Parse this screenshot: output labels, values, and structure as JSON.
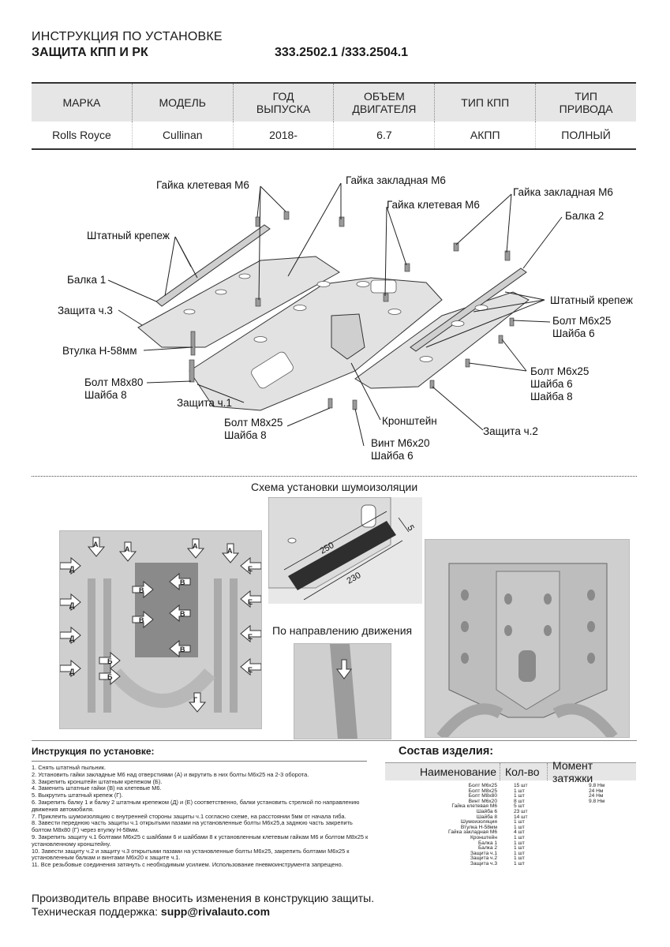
{
  "header": {
    "title": "ИНСТРУКЦИЯ ПО УСТАНОВКЕ",
    "subtitle": "ЗАЩИТА КПП И РК",
    "codes": "333.2502.1 /333.2504.1"
  },
  "spec": {
    "headers": [
      "МАРКА",
      "МОДЕЛЬ",
      "ГОД\nВЫПУСКА",
      "ОБЪЕМ\nДВИГАТЕЛЯ",
      "ТИП КПП",
      "ТИП\nПРИВОДА"
    ],
    "values": [
      "Rolls Royce",
      "Cullinan",
      "2018-",
      "6.7",
      "АКПП",
      "ПОЛНЫЙ"
    ]
  },
  "diagram": {
    "callouts": {
      "cage_nut_top": "Гайка клетевая М6",
      "embedded_nut_top": "Гайка закладная М6",
      "cage_nut_mid": "Гайка клетевая М6",
      "embedded_nut_right": "Гайка закладная М6",
      "beam2": "Балка 2",
      "std_fastener_left": "Штатный крепеж",
      "beam1": "Балка 1",
      "part3": "Защита ч.3",
      "std_fastener_right": "Штатный крепеж",
      "bolt_m6x25_a": "Болт М6х25",
      "washer6_a": "Шайба 6",
      "bushing": "Втулка Н-58мм",
      "bolt_m6x25_b": "Болт М6х25",
      "washer6_b": "Шайба 6",
      "washer8_b": "Шайба 8",
      "bolt_m8x80": "Болт М8х80",
      "washer8_a": "Шайба 8",
      "part1": "Защита ч.1",
      "bracket": "Кронштейн",
      "bolt_m8x25": "Болт М8х25",
      "washer8_c": "Шайба 8",
      "part2": "Защита ч.2",
      "screw_m6x20": "Винт М6х20",
      "washer6_c": "Шайба 6"
    }
  },
  "schema": {
    "title": "Схема установки шумоизоляции",
    "dim_250": "250",
    "dim_230": "230",
    "dim_5": "5",
    "direction_label": "По направлению движения",
    "markers": {
      "A": "А",
      "B": "В",
      "D": "Д",
      "E": "Е",
      "Bb": "Б",
      "G": "Г"
    }
  },
  "instructions": {
    "title": "Инструкция по установке:",
    "steps": [
      "1. Снять штатный пыльник.",
      "2. Установить гайки закладные М6 над отверстиями (А) и вкрутить в них болты М6х25 на 2-3 оборота.",
      "3. Закрепить кронштейн штатным крепежом (Б).",
      "4. Заменить штатные гайки (В) на клетевые М6.",
      "5. Выкрутить штатный крепеж (Г).",
      "6. Закрепить балку 1 и балку 2 штатным крепежом (Д) и (Е) соответственно, балки установить стрелкой по направлению движения автомобиля.",
      "7. Приклеить шумоизоляцию с внутренней стороны защиты ч.1 согласно схеме, на расстоянии 5мм от начала гиба.",
      "8. Завести переднюю часть защиты ч.1 открытыми пазами на установленные болты М6х25,а заднюю часть закрепить болтом М8х80 (Г) через втулку Н-58мм.",
      "9. Закрепить защиту ч.1 болтами М6х25 с шайбами 6 и шайбами 8 к установленным клетевым гайкам М6 и болтом М8х25 к установленному кронштейну.",
      "10. Завести защиту ч.2 и защиту ч.3 открытыми пазами на установленные болты М6х25, закрепить болтами М6х25 к установленным балкам и винтами М6х20 к защите ч.1.",
      "11. Все резьбовые соединения затянуть с необходимым усилием. Использование пневмоинструмента запрещено."
    ]
  },
  "composition": {
    "title": "Состав изделия:",
    "headers": [
      "Наименование",
      "Кол-во",
      "Момент затяжки"
    ],
    "rows": [
      [
        "Болт М6х25",
        "15 шт",
        "9.8 Нм"
      ],
      [
        "Болт М8х25",
        "1 шт",
        "24 Нм"
      ],
      [
        "Болт М8х80",
        "1 шт",
        "24 Нм"
      ],
      [
        "Винт М6х20",
        "8 шт",
        "9.8 Нм"
      ],
      [
        "Гайка клетевая М6",
        "5 шт",
        ""
      ],
      [
        "Шайба 6",
        "23 шт",
        ""
      ],
      [
        "Шайба 8",
        "14 шт",
        ""
      ],
      [
        "Шумоизоляция",
        "1 шт",
        ""
      ],
      [
        "Втулка Н-58мм",
        "1 шт",
        ""
      ],
      [
        "Гайка закладная М6",
        "4 шт",
        ""
      ],
      [
        "Кронштейн",
        "1 шт",
        ""
      ],
      [
        "Балка 1",
        "1 шт",
        ""
      ],
      [
        "Балка 2",
        "1 шт",
        ""
      ],
      [
        "Защита ч.1",
        "1 шт",
        ""
      ],
      [
        "Защита ч.2",
        "1 шт",
        ""
      ],
      [
        "Защита ч.3",
        "1 шт",
        ""
      ]
    ]
  },
  "footer": {
    "notice": "Производитель вправе вносить изменения в конструкцию защиты.",
    "support_label": "Техническая поддержка: ",
    "support_email": "supp@rivalauto.com"
  }
}
